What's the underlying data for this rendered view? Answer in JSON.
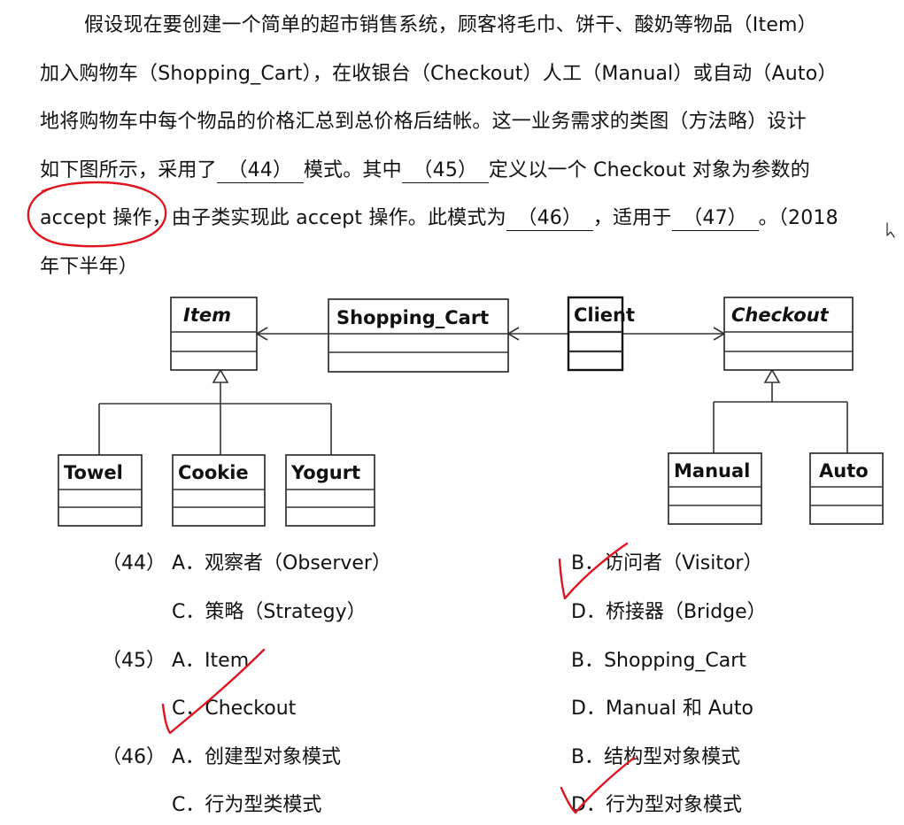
{
  "question": {
    "line1": "假设现在要创建一个简单的超市销售系统，顾客将毛巾、饼干、酸奶等物品（Item）",
    "line2": "加入购物车（Shopping_Cart），在收银台（Checkout）人工（Manual）或自动（Auto）",
    "line3": "地将购物车中每个物品的价格汇总到总价格后结帐。这一业务需求的类图（方法略）设计",
    "line4_a": "如下图所示，采用了",
    "blank44": "（44）",
    "line4_b": "模式。其中",
    "blank45": "（45）",
    "line4_c": "定义以一个 Checkout 对象为参数的",
    "line5_a": "accept 操作，由子类实现此 accept 操作。此模式为",
    "blank46": "（46）",
    "line5_b": "，适用于",
    "blank47": "（47）",
    "line5_c": "。（2018",
    "line6": "年下半年）"
  },
  "diagram": {
    "classes": {
      "item": "Item",
      "shopping_cart": "Shopping_Cart",
      "client": "Client",
      "checkout": "Checkout",
      "towel": "Towel",
      "cookie": "Cookie",
      "yogurt": "Yogurt",
      "manual": "Manual",
      "auto": "Auto"
    }
  },
  "options": {
    "q44": {
      "num": "（44）",
      "a": "A．观察者（Observer）",
      "b": "B．访问者（Visitor）",
      "c": "C．策略（Strategy）",
      "d": "D．桥接器（Bridge）"
    },
    "q45": {
      "num": "（45）",
      "a": "A．Item",
      "b": "B．Shopping_Cart",
      "c": "C．Checkout",
      "d": "D．Manual 和 Auto"
    },
    "q46": {
      "num": "（46）",
      "a": "A．创建型对象模式",
      "b": "B．结构型对象模式",
      "c": "C．行为型类模式",
      "d": "D．行为型对象模式"
    }
  },
  "colors": {
    "ink_annotation": "#e0141e",
    "text": "#111111"
  }
}
